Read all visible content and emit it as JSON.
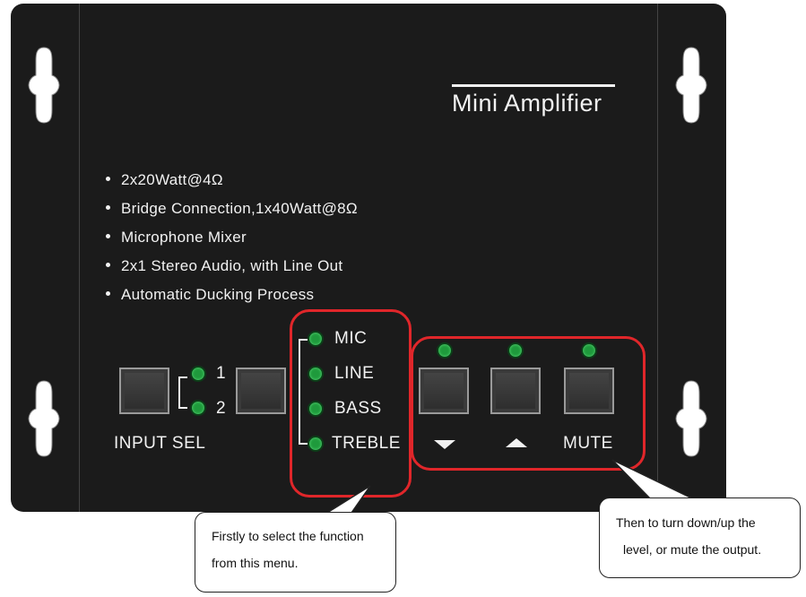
{
  "device": {
    "title": "Mini Amplifier",
    "features": [
      "2x20Watt@4Ω",
      "Bridge Connection,1x40Watt@8Ω",
      "Microphone Mixer",
      "2x1 Stereo Audio, with Line Out",
      "Automatic Ducking Process"
    ],
    "input_sel": {
      "label": "INPUT SEL",
      "led_1": "1",
      "led_2": "2"
    },
    "function_menu": {
      "items": [
        "MIC",
        "LINE",
        "BASS",
        "TREBLE"
      ]
    },
    "controls": {
      "mute_label": "MUTE"
    },
    "colors": {
      "panel": "#1b1b1b",
      "led": "#1f9a3c",
      "highlight": "#e0262a"
    }
  },
  "callouts": {
    "left": {
      "line1": "Firstly to select the function",
      "line2": "from this menu."
    },
    "right": {
      "line1": "Then to turn down/up the",
      "line2": "level, or mute the output."
    }
  }
}
